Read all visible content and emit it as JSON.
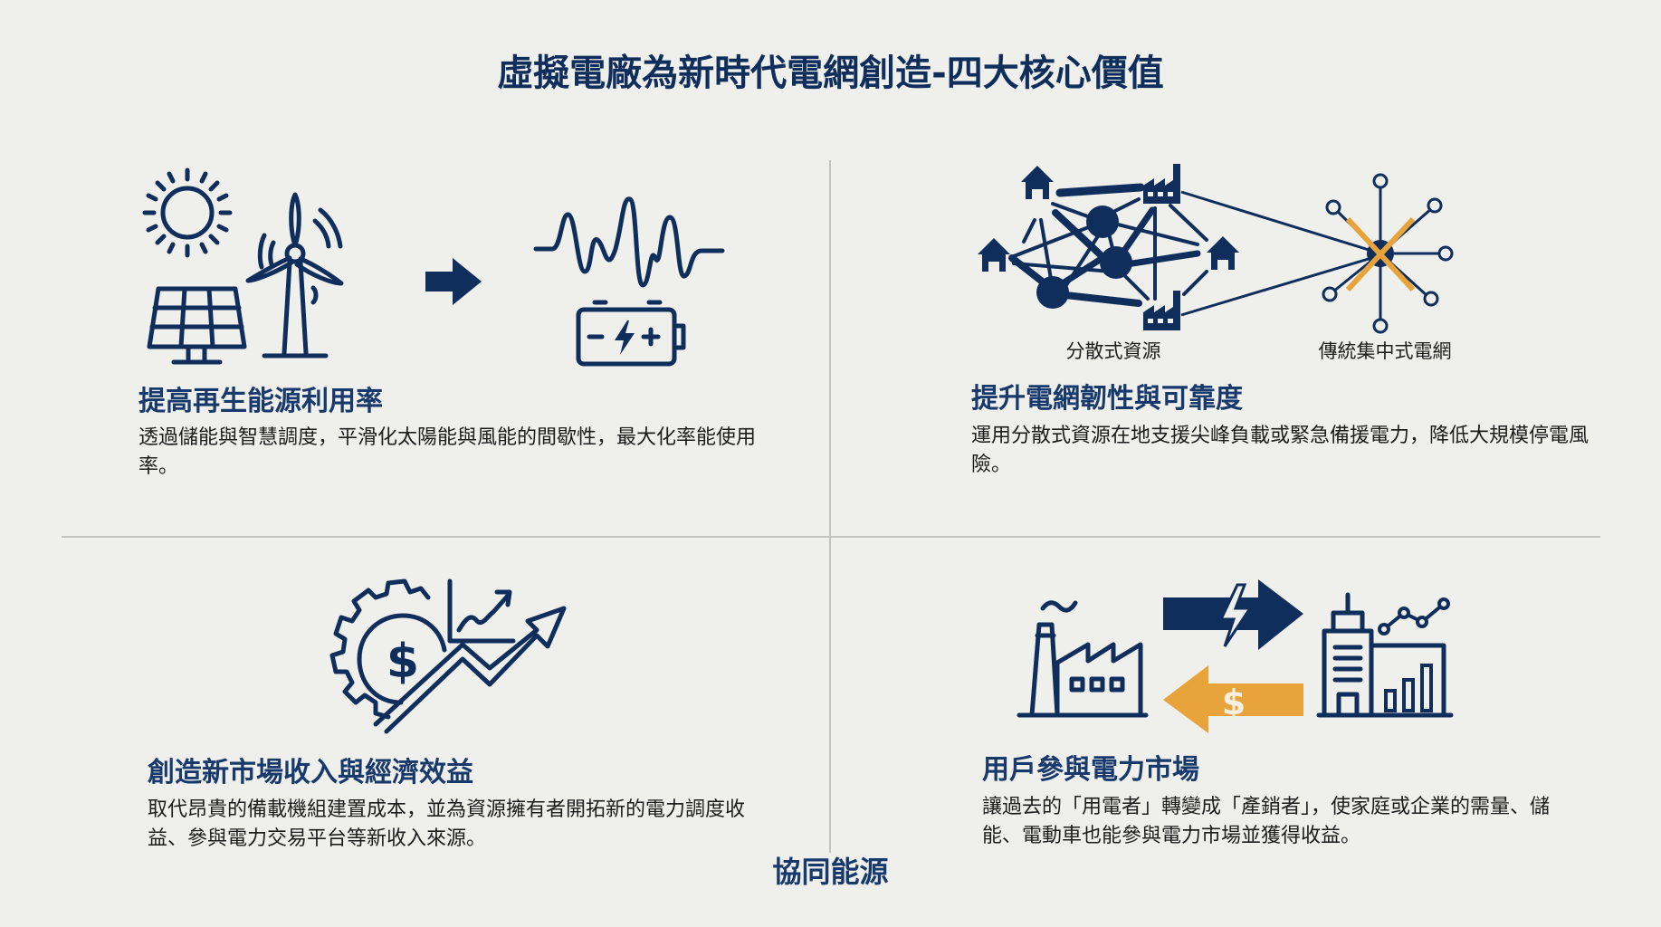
{
  "title": "虛擬電廠為新時代電網創造-四大核心價值",
  "colors": {
    "navy": "#0f2e5c",
    "heading": "#17396b",
    "accent_orange": "#e8a33a",
    "background": "#efefec",
    "divider": "#c3c3c1"
  },
  "quadrants": [
    {
      "id": "renewable",
      "heading": "提高再生能源利用率",
      "description": "透過儲能與智慧調度，平滑化太陽能與風能的間歇性，最大化率能使用率。",
      "icons": [
        "sun-icon",
        "solar-panel-icon",
        "wind-turbine-icon",
        "arrow-right-icon",
        "fluctuating-wave-icon",
        "battery-icon"
      ]
    },
    {
      "id": "resilience",
      "heading": "提升電網韌性與可靠度",
      "description": "運用分散式資源在地支援尖峰負載或緊急備援電力，降低大規模停電風險。",
      "labels": {
        "left": "分散式資源",
        "right": "傳統集中式電網"
      },
      "icons": [
        "distributed-network-icon",
        "house-icon",
        "factory-icon",
        "centralized-hub-crossed-icon"
      ]
    },
    {
      "id": "revenue",
      "heading": "創造新市場收入與經濟效益",
      "description": "取代昂貴的備載機組建置成本，並為資源擁有者開拓新的電力調度收益、參與電力交易平台等新收入來源。",
      "icons": [
        "gear-dollar-icon",
        "growth-chart-icon",
        "trend-up-arrow-icon"
      ]
    },
    {
      "id": "participation",
      "heading": "用戶參與電力市場",
      "description": "讓過去的「用電者」轉變成「產銷者」，使家庭或企業的需量、儲能、電動車也能參與電力市場並獲得收益。",
      "icons": [
        "factory-icon",
        "power-arrow-right-icon",
        "money-arrow-left-icon",
        "office-building-icon",
        "bar-chart-icon"
      ]
    }
  ],
  "footer": "協同能源"
}
